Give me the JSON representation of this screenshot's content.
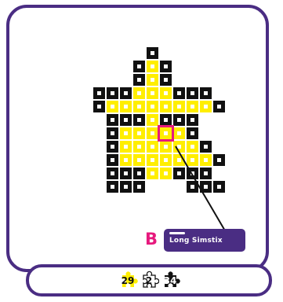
{
  "pattern": {
    "selected_label": "B",
    "selected_name": "Long Simstix",
    "colors": {
      "yellow": "#ffee00",
      "black": "#111111",
      "frame": "#4a2d83",
      "accent": "#e6197d"
    },
    "bead_rows": [
      "......1......",
      ".....121.....",
      ".....121.....",
      "..111222111..",
      "..1222222221.",
      "...1112111...",
      "...1222[2]21.",
      "...12222221..",
      "...122222221.",
      "...11122111..",
      "...111...111."
    ]
  },
  "counters": {
    "yellow_count": "29",
    "white_count": "2",
    "black_count": "34"
  }
}
